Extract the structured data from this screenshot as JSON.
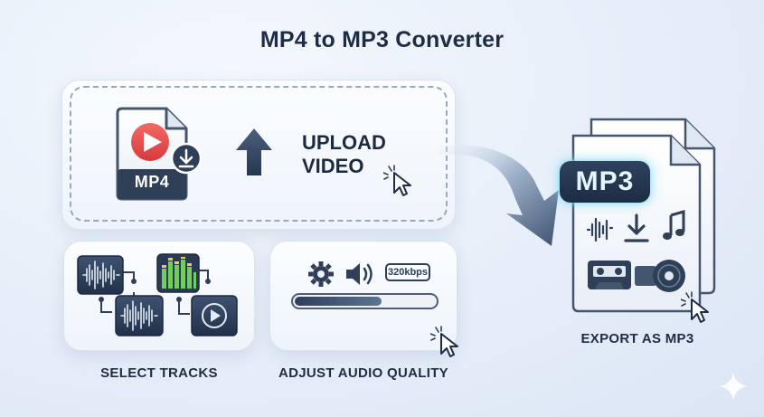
{
  "title": "MP4 to MP3 Converter",
  "upload": {
    "file_label": "MP4",
    "text_line1": "UPLOAD",
    "text_line2": "VIDEO",
    "file_icon": "video-file-icon",
    "action_icon": "upload-arrow-icon"
  },
  "tracks": {
    "caption": "SELECT TRACKS"
  },
  "quality": {
    "caption": "ADJUST AUDIO QUALITY",
    "bitrate": "320kbps",
    "level": 0.62
  },
  "export": {
    "badge": "MP3",
    "caption": "EXPORT AS MP3"
  },
  "colors": {
    "accent_red": "#e8504f",
    "dark_navy": "#2d3e57",
    "glow": "#8fe6f5"
  }
}
